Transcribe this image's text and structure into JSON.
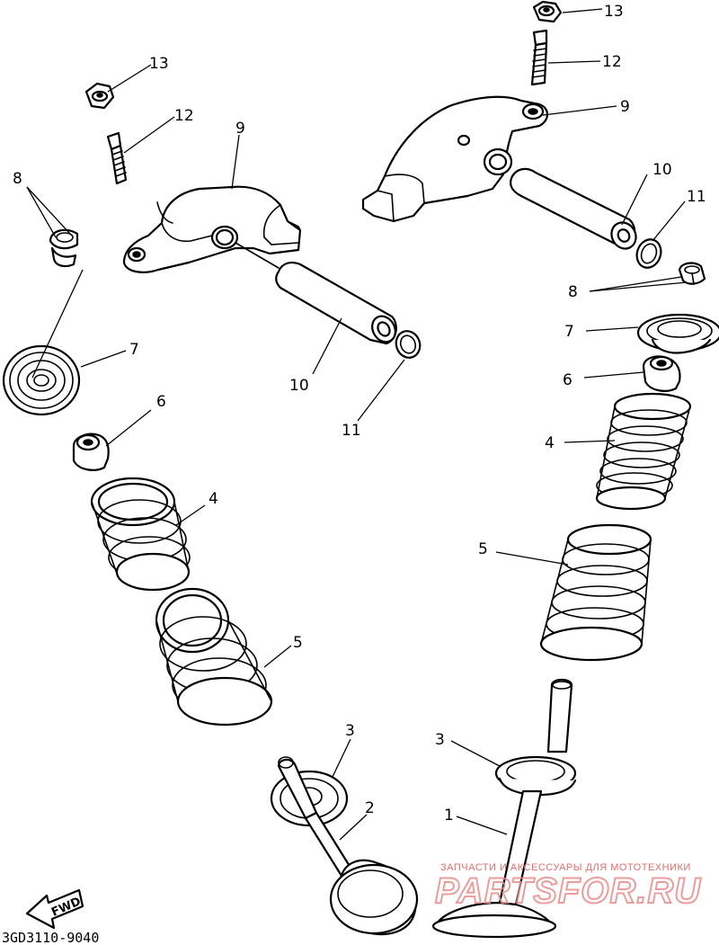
{
  "callouts": {
    "left_set": {
      "p13": "13",
      "p12": "12",
      "p9": "9",
      "p8": "8",
      "p7": "7",
      "p10": "10",
      "p11": "11",
      "p6": "6",
      "p4": "4",
      "p5": "5",
      "p3": "3",
      "p2": "2"
    },
    "right_set": {
      "p13": "13",
      "p12": "12",
      "p9": "9",
      "p10": "10",
      "p11": "11",
      "p8": "8",
      "p7": "7",
      "p6": "6",
      "p4": "4",
      "p5": "5",
      "p3": "3",
      "p1": "1"
    }
  },
  "forward_badge": "FWD",
  "drawing_code": "3GD3110-9040",
  "watermark": {
    "tagline": "ЗАПЧАСТИ И АКСЕССУАРЫ ДЛЯ МОТОТЕХНИКИ",
    "logo": "PARTSFOR.RU"
  }
}
